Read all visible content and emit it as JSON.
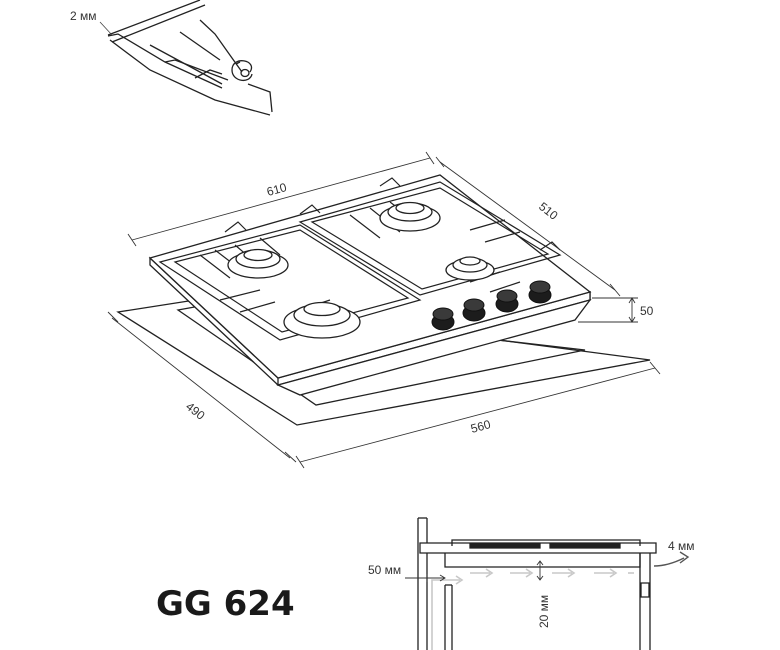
{
  "model": "GG 624",
  "detail_top": {
    "gap_label": "2 мм"
  },
  "hob_dimensions": {
    "width_label": "610",
    "depth_label": "510",
    "height_label": "50"
  },
  "cutout_dimensions": {
    "width_label": "560",
    "depth_label": "490"
  },
  "installation": {
    "side_gap_label": "50 мм",
    "bottom_gap_label": "20 мм",
    "rear_gap_label": "4 мм"
  },
  "colors": {
    "line": "#222222",
    "light_arrow": "#c8c8c8",
    "accent_arrow": "#555555"
  }
}
